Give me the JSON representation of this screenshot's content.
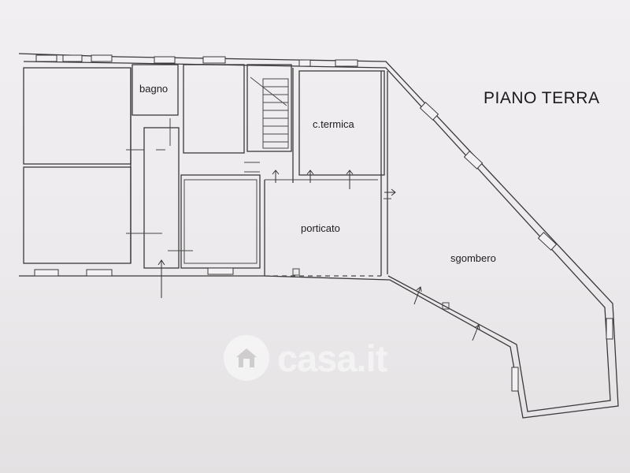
{
  "title": "PIANO TERRA",
  "rooms": {
    "bathroom": "bagno",
    "boiler_room": "c.termica",
    "porch": "porticato",
    "storage": "sgombero"
  },
  "watermark": {
    "brand": "casa.it",
    "icon": "house-icon"
  },
  "colors": {
    "paper": "#eceaec",
    "lines": "#3a3a3a",
    "watermark": "#ffffff"
  }
}
